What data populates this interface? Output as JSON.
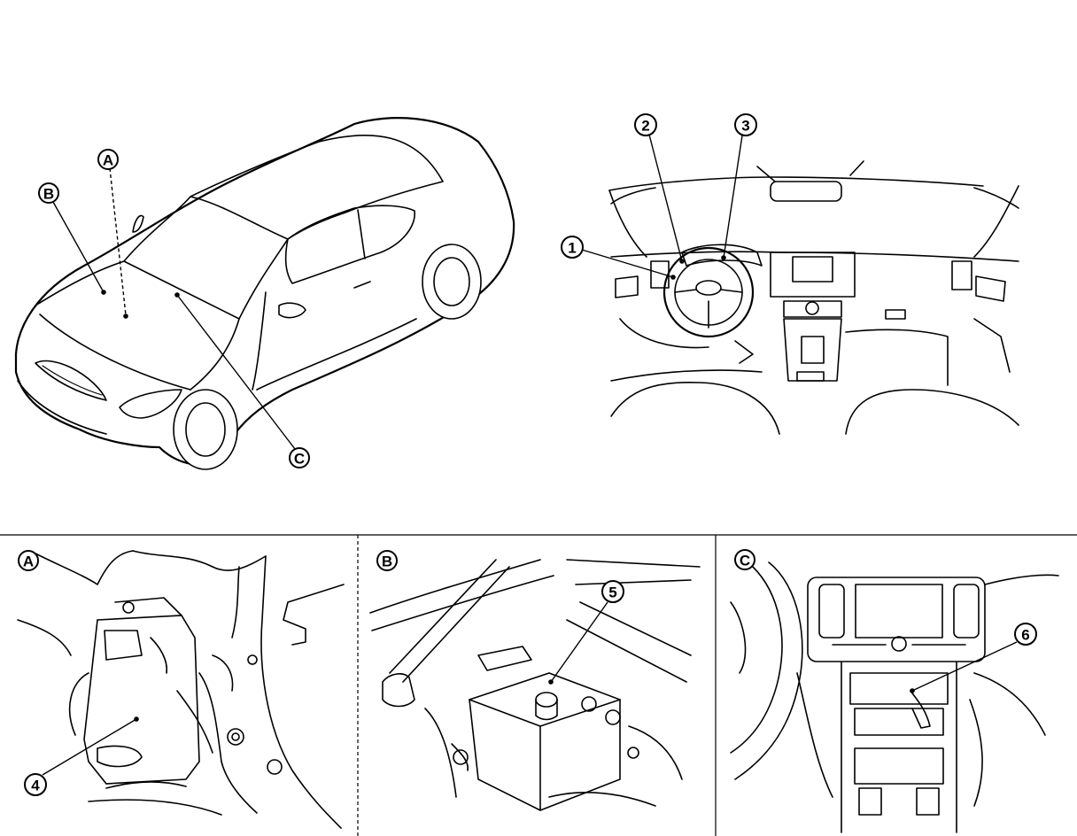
{
  "callouts": {
    "car_A": "A",
    "car_B": "B",
    "car_C": "C",
    "cabin_1": "1",
    "cabin_2": "2",
    "cabin_3": "3",
    "panel_A_label": "A",
    "panel_B_label": "B",
    "panel_C_label": "C",
    "part_4": "4",
    "part_5": "5",
    "part_6": "6"
  },
  "panels": [
    "A",
    "B",
    "C"
  ],
  "icons": [
    "car-exterior-illustration",
    "cabin-interior-illustration",
    "engine-bay-detail",
    "battery-detail",
    "center-console-detail"
  ]
}
